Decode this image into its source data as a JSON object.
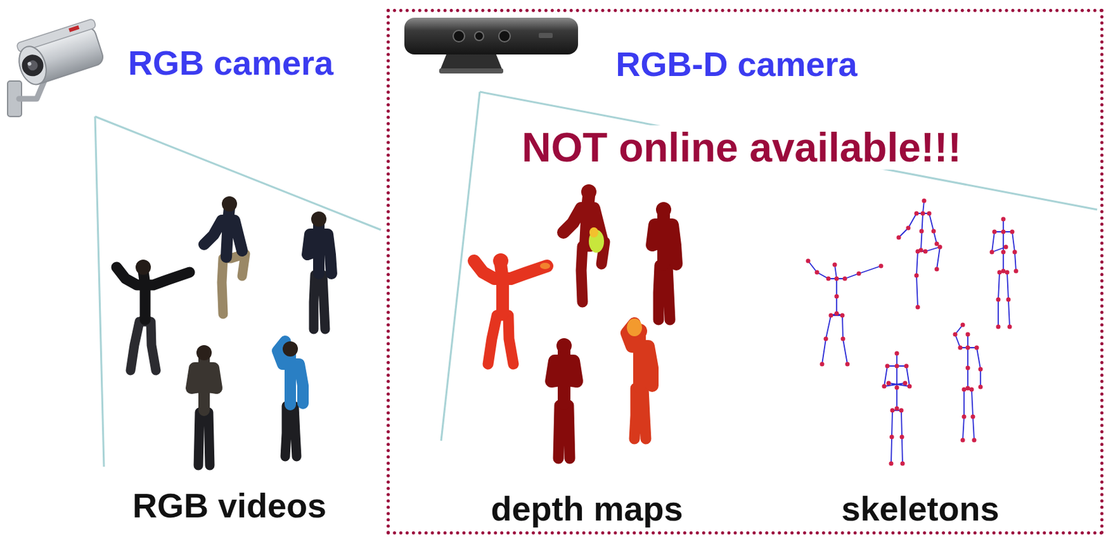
{
  "diagram": {
    "nodes": [
      {
        "text": [
          "RGB-D camera",
          "NOT online available!!!",
          "depth maps",
          "skeletons"
        ]
      }
    ],
    "labels": [
      "RGB camera",
      "RGB videos"
    ]
  }
}
